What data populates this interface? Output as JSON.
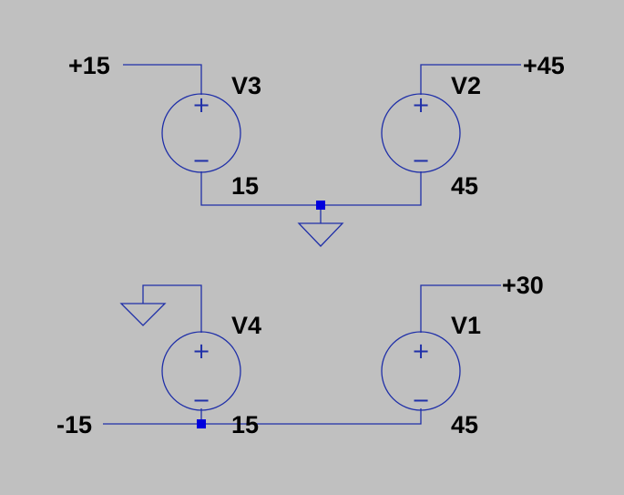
{
  "sources": [
    {
      "id": "V3",
      "value": "15"
    },
    {
      "id": "V2",
      "value": "45"
    },
    {
      "id": "V4",
      "value": "15"
    },
    {
      "id": "V1",
      "value": "45"
    }
  ],
  "net_labels": {
    "v3_top": "+15",
    "v2_top": "+45",
    "v1_top": "+30",
    "v4_bottom": "-15"
  },
  "symbols": {
    "plus": "+",
    "minus": "−"
  },
  "colors": {
    "background": "#c0c0c0",
    "wire": "#1f2fa8",
    "junction": "#0000dd",
    "text": "#000000"
  }
}
